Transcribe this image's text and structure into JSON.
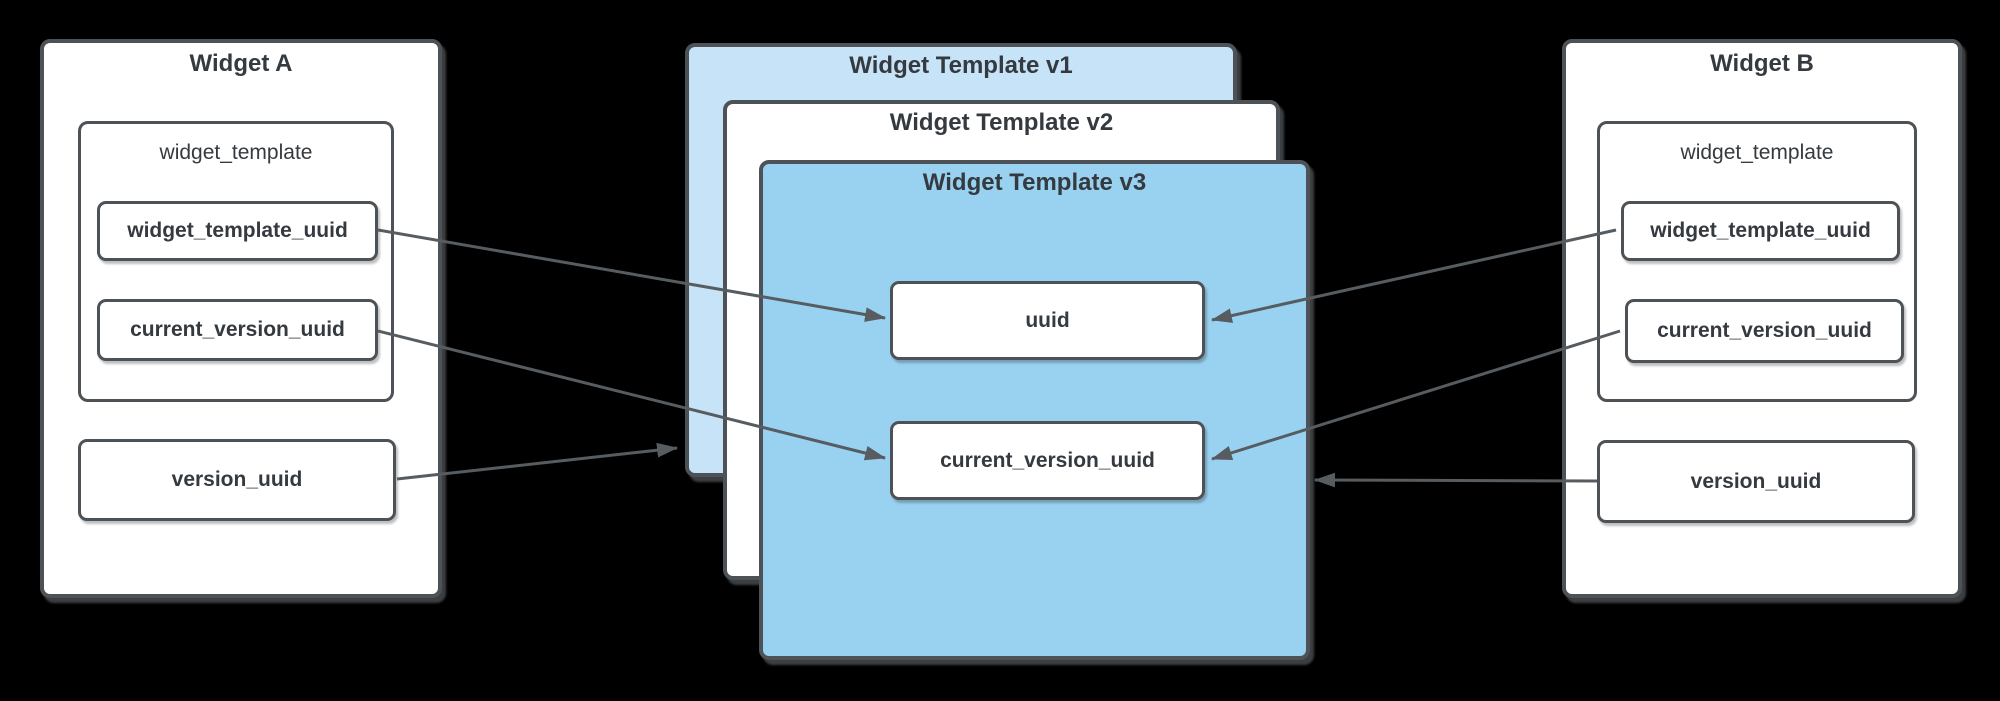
{
  "diagram": {
    "widget_a": {
      "title": "Widget A",
      "table_label": "widget_template",
      "fields": {
        "widget_template_uuid": "widget_template_uuid",
        "current_version_uuid": "current_version_uuid",
        "version_uuid": "version_uuid"
      }
    },
    "widget_b": {
      "title": "Widget B",
      "table_label": "widget_template",
      "fields": {
        "widget_template_uuid": "widget_template_uuid",
        "current_version_uuid": "current_version_uuid",
        "version_uuid": "version_uuid"
      }
    },
    "templates": {
      "v1": {
        "title": "Widget Template v1"
      },
      "v2": {
        "title": "Widget Template v2"
      },
      "v3": {
        "title": "Widget Template v3",
        "fields": {
          "uuid": "uuid",
          "current_version_uuid": "current_version_uuid"
        }
      }
    },
    "connections": [
      {
        "from": "widget_a.widget_template_uuid",
        "to": "template_v3.uuid"
      },
      {
        "from": "widget_a.current_version_uuid",
        "to": "template_v3.current_version_uuid"
      },
      {
        "from": "widget_a.version_uuid",
        "to": "template_v1"
      },
      {
        "from": "widget_b.widget_template_uuid",
        "to": "template_v3.uuid"
      },
      {
        "from": "widget_b.current_version_uuid",
        "to": "template_v3.current_version_uuid"
      },
      {
        "from": "widget_b.version_uuid",
        "to": "template_v3"
      }
    ],
    "colors": {
      "background": "#000000",
      "light_blue_fill": "#c7e3f7",
      "medium_blue_fill": "#99d1f0",
      "white_fill": "#ffffff",
      "border": "#4d5257",
      "connector": "#575c60",
      "text": "#343a3f"
    }
  }
}
